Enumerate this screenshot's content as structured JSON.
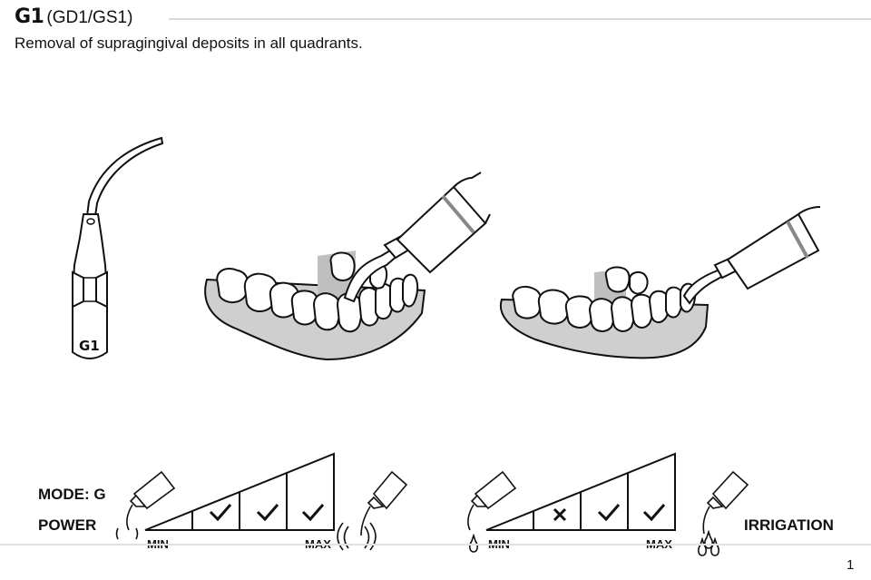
{
  "header": {
    "tip_code": "G1",
    "tip_variants": "(GD1/GS1)",
    "description": "Removal of supragingival deposits in all quadrants."
  },
  "tip_illustration": {
    "engraving": "G1"
  },
  "settings": {
    "mode_label": "MODE: G",
    "power": {
      "label": "POWER",
      "min_label": "MIN",
      "max_label": "MAX",
      "levels": [
        "check",
        "check",
        "check"
      ]
    },
    "irrigation": {
      "label": "IRRIGATION",
      "min_label": "MIN",
      "max_label": "MAX",
      "levels": [
        "cross",
        "check",
        "check"
      ]
    }
  },
  "footer": {
    "page_number": "1"
  }
}
